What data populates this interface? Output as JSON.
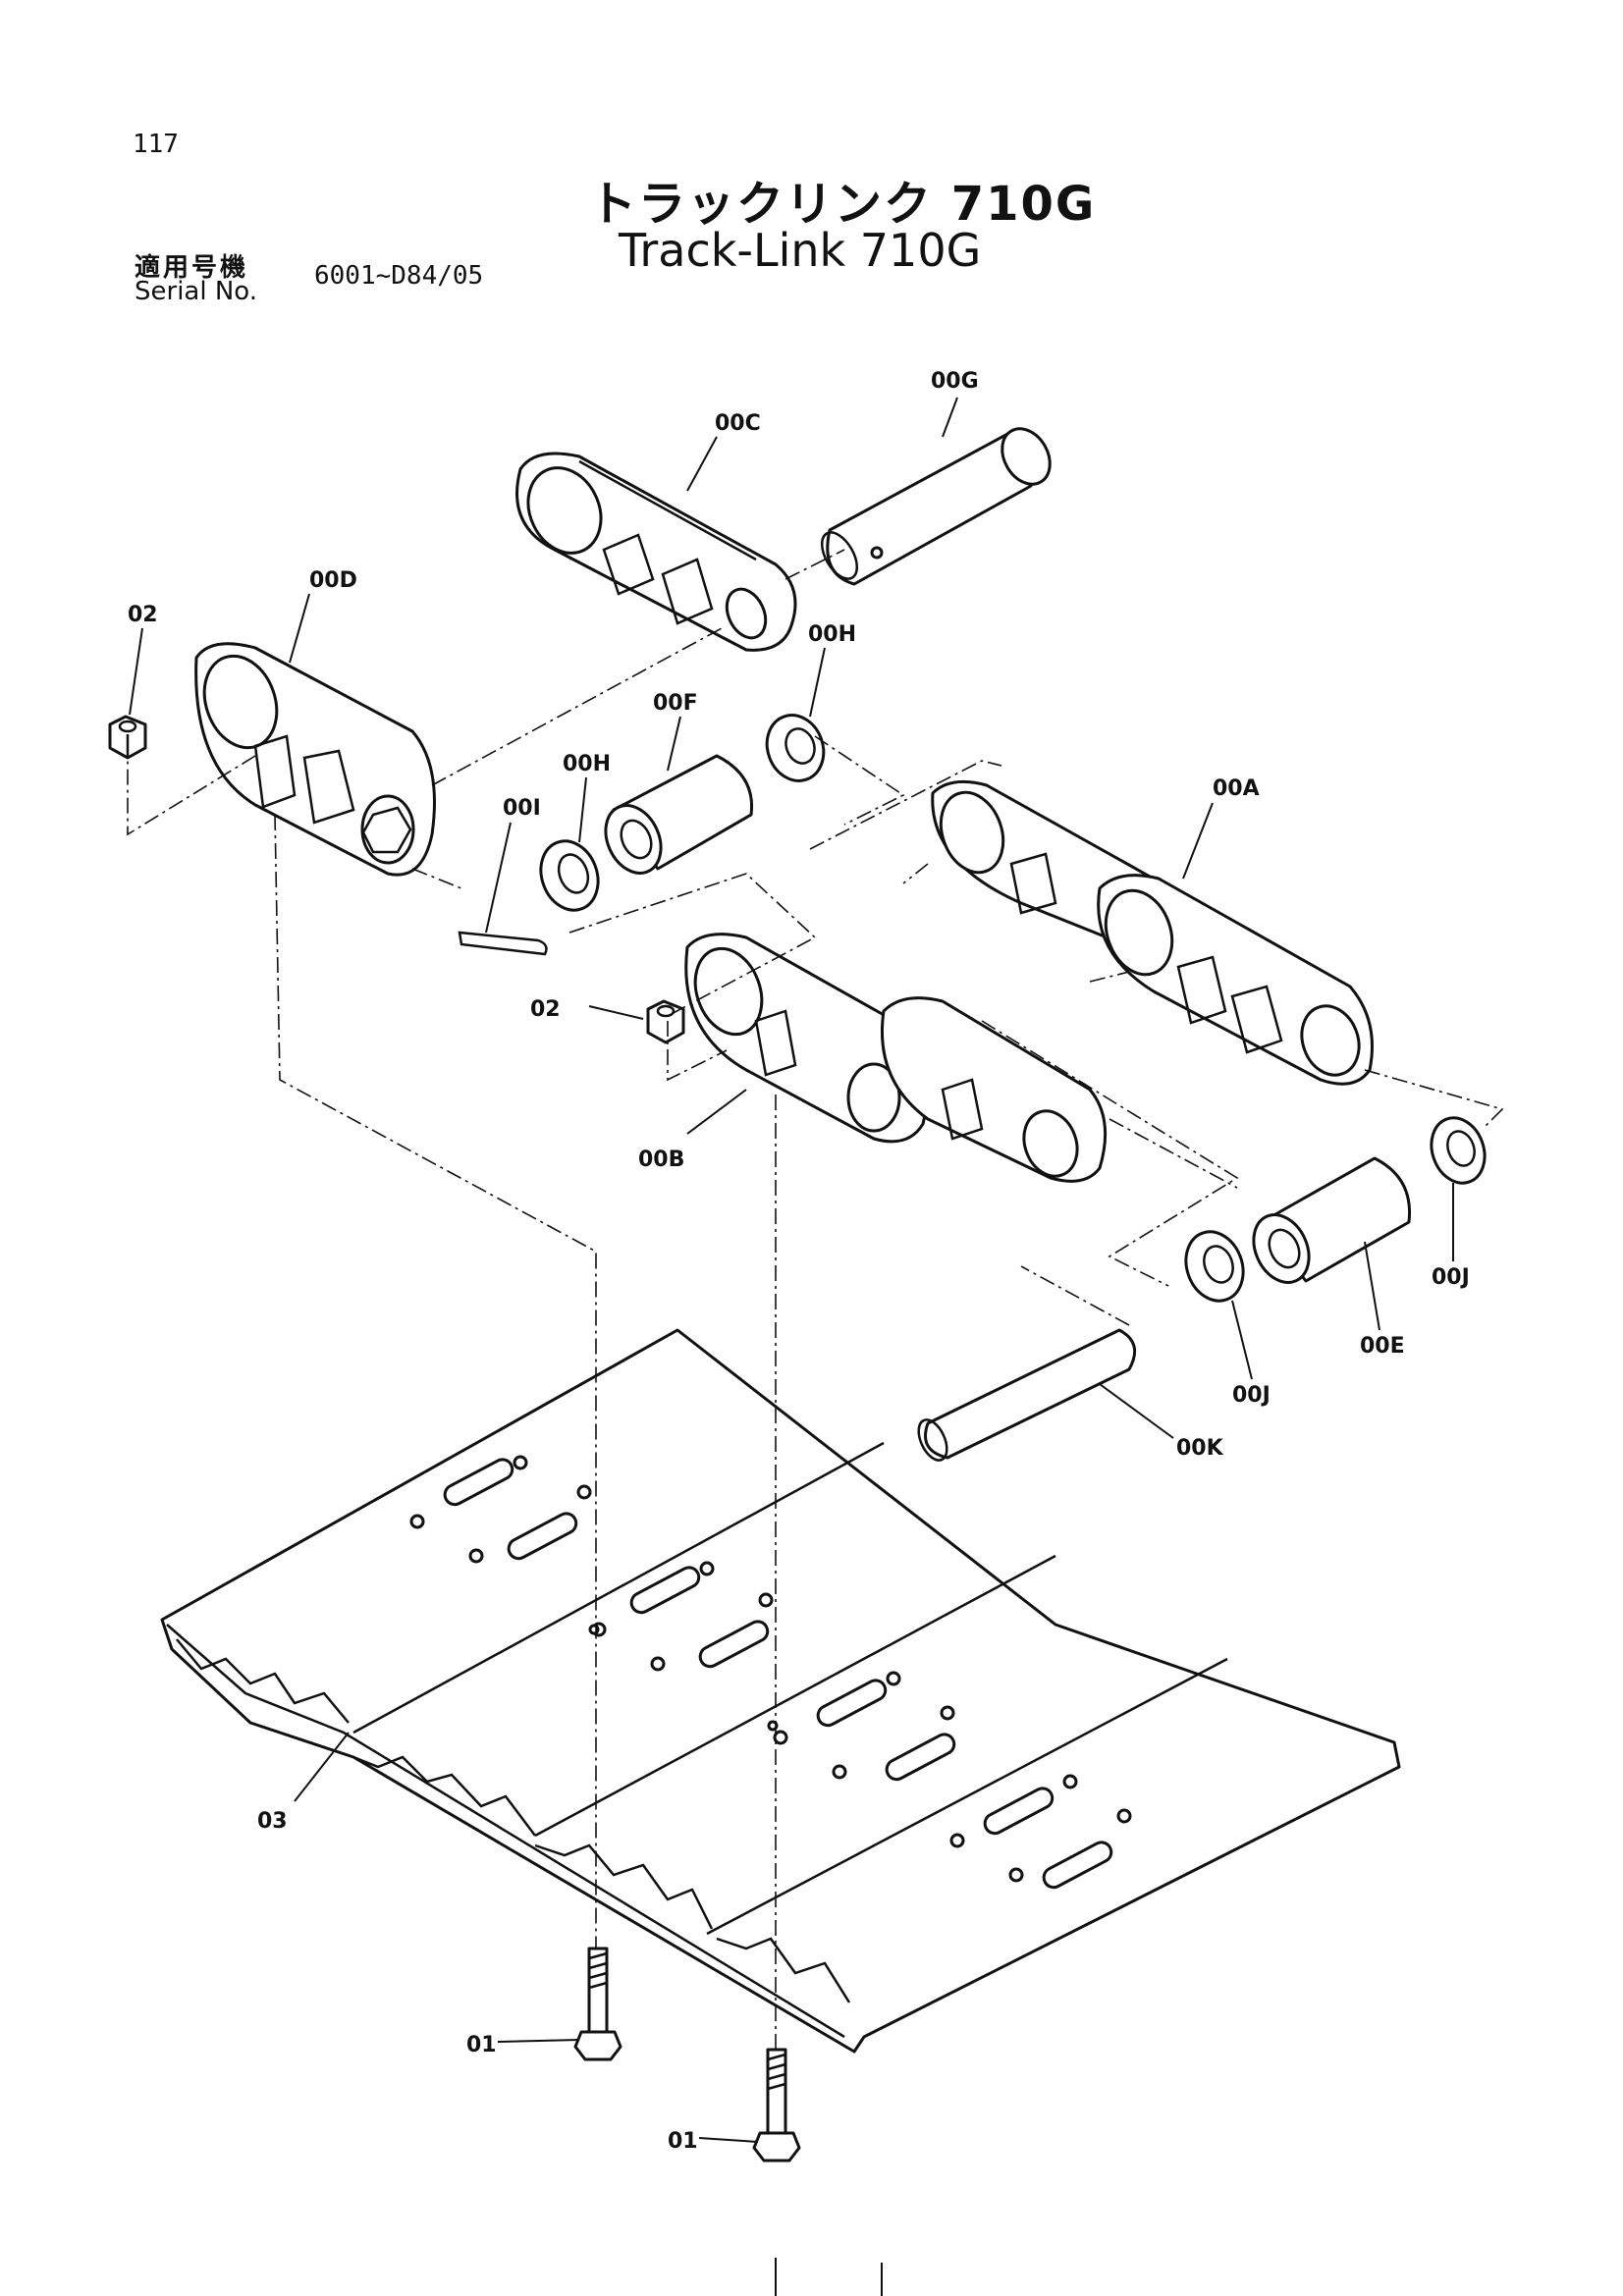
{
  "header": {
    "page_number": "117",
    "title_jp": "トラックリンク 710G",
    "title_en": "Track-Link 710G",
    "serial_label_jp": "適用号機",
    "serial_label_en": "Serial No.",
    "serial_range": "6001~D84/05"
  },
  "callouts": {
    "c_00G": "00G",
    "c_00C": "00C",
    "c_00D": "00D",
    "c_02_top": "02",
    "c_00H_top": "00H",
    "c_00F": "00F",
    "c_00H_mid": "00H",
    "c_00I": "00I",
    "c_00A": "00A",
    "c_02_mid": "02",
    "c_00B": "00B",
    "c_00J_right": "00J",
    "c_00E": "00E",
    "c_00J_mid": "00J",
    "c_00K": "00K",
    "c_03": "03",
    "c_01_left": "01",
    "c_01_right": "01"
  }
}
